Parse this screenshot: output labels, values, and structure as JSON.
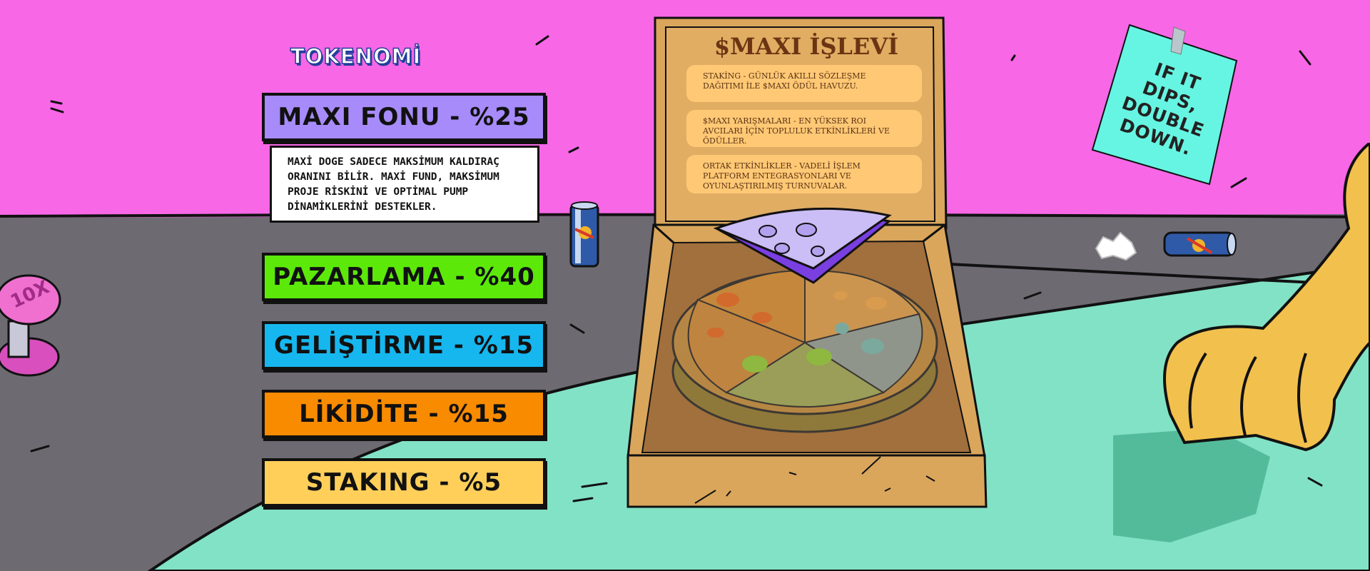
{
  "tokenomics": {
    "title": "TOKENOMİ",
    "allocations": [
      {
        "label": "MAXI FONU - %25",
        "color": "#a78bfa"
      },
      {
        "label": "PAZARLAMA - %40",
        "color": "#5ce90a"
      },
      {
        "label": "GELİŞTİRME - %15",
        "color": "#16b7ef"
      },
      {
        "label": "LİKİDİTE - %15",
        "color": "#f98b00"
      },
      {
        "label": "STAKING - %5",
        "color": "#ffcf5a"
      }
    ],
    "description": "MAXİ DOGE SADECE MAKSİMUM KALDIRAÇ ORANINI BİLİR. MAXİ FUND, MAKSİMUM PROJE RİSKİNİ VE OPTİMAL PUMP DİNAMİKLERİNİ DESTEKLER."
  },
  "utility": {
    "title": "$MAXI İŞLEVİ",
    "cards": [
      "STAKİNG - GÜNLÜK AKILLI SÖZLEŞME DAĞITIMI İLE $MAXI ÖDÜL HAVUZU.",
      "$MAXI YARIŞMALARI - EN YÜKSEK ROI AVCILARI İÇİN TOPLULUK ETKİNLİKLERİ VE ÖDÜLLER.",
      "ORTAK ETKİNLİKLER - VADELİ İŞLEM PLATFORM ENTEGRASYONLARI VE OYUNLAŞTIRILMIŞ TURNUVALAR."
    ]
  },
  "sticky_note": {
    "text": "IF IT DIPS, DOUBLE DOWN."
  },
  "props": {
    "dumbbell_label": "10X",
    "can_label": "Red Bull"
  },
  "colors": {
    "wall": "#f767e6",
    "floor": "#6d6a72",
    "table": "#82e2c6",
    "pizza_box": "#d9a65c",
    "note": "#66f5e2",
    "dog": "#f2c04c"
  }
}
